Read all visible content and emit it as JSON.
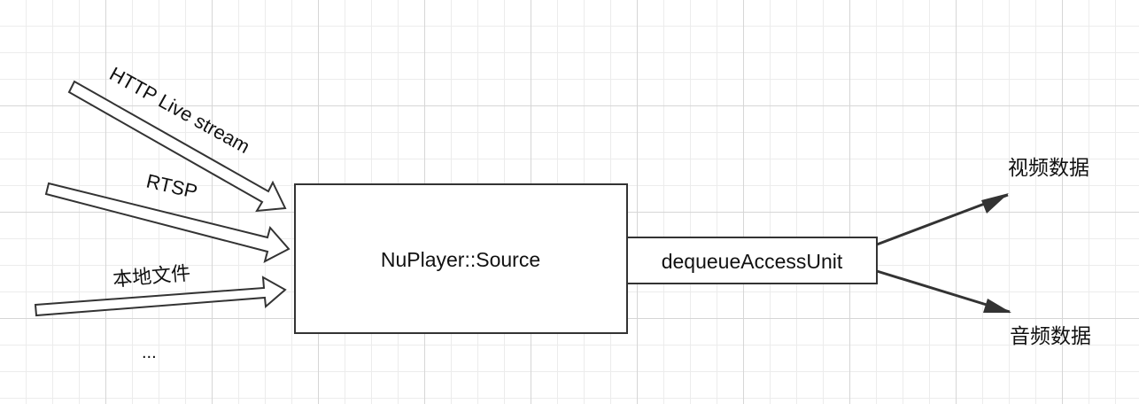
{
  "diagram": {
    "inputs": [
      {
        "id": "hls",
        "label": "HTTP Live stream"
      },
      {
        "id": "rtsp",
        "label": "RTSP"
      },
      {
        "id": "local",
        "label": "本地文件"
      },
      {
        "id": "more",
        "label": "..."
      }
    ],
    "source_box": {
      "label": "NuPlayer::Source"
    },
    "dequeue_box": {
      "label": "dequeueAccessUnit"
    },
    "outputs": [
      {
        "id": "video",
        "label": "视频数据"
      },
      {
        "id": "audio",
        "label": "音频数据"
      }
    ]
  },
  "colors": {
    "stroke": "#333333",
    "arrow_fill": "#ffffff",
    "grid_major": "#d6d6d6",
    "grid_minor": "#ececec"
  }
}
